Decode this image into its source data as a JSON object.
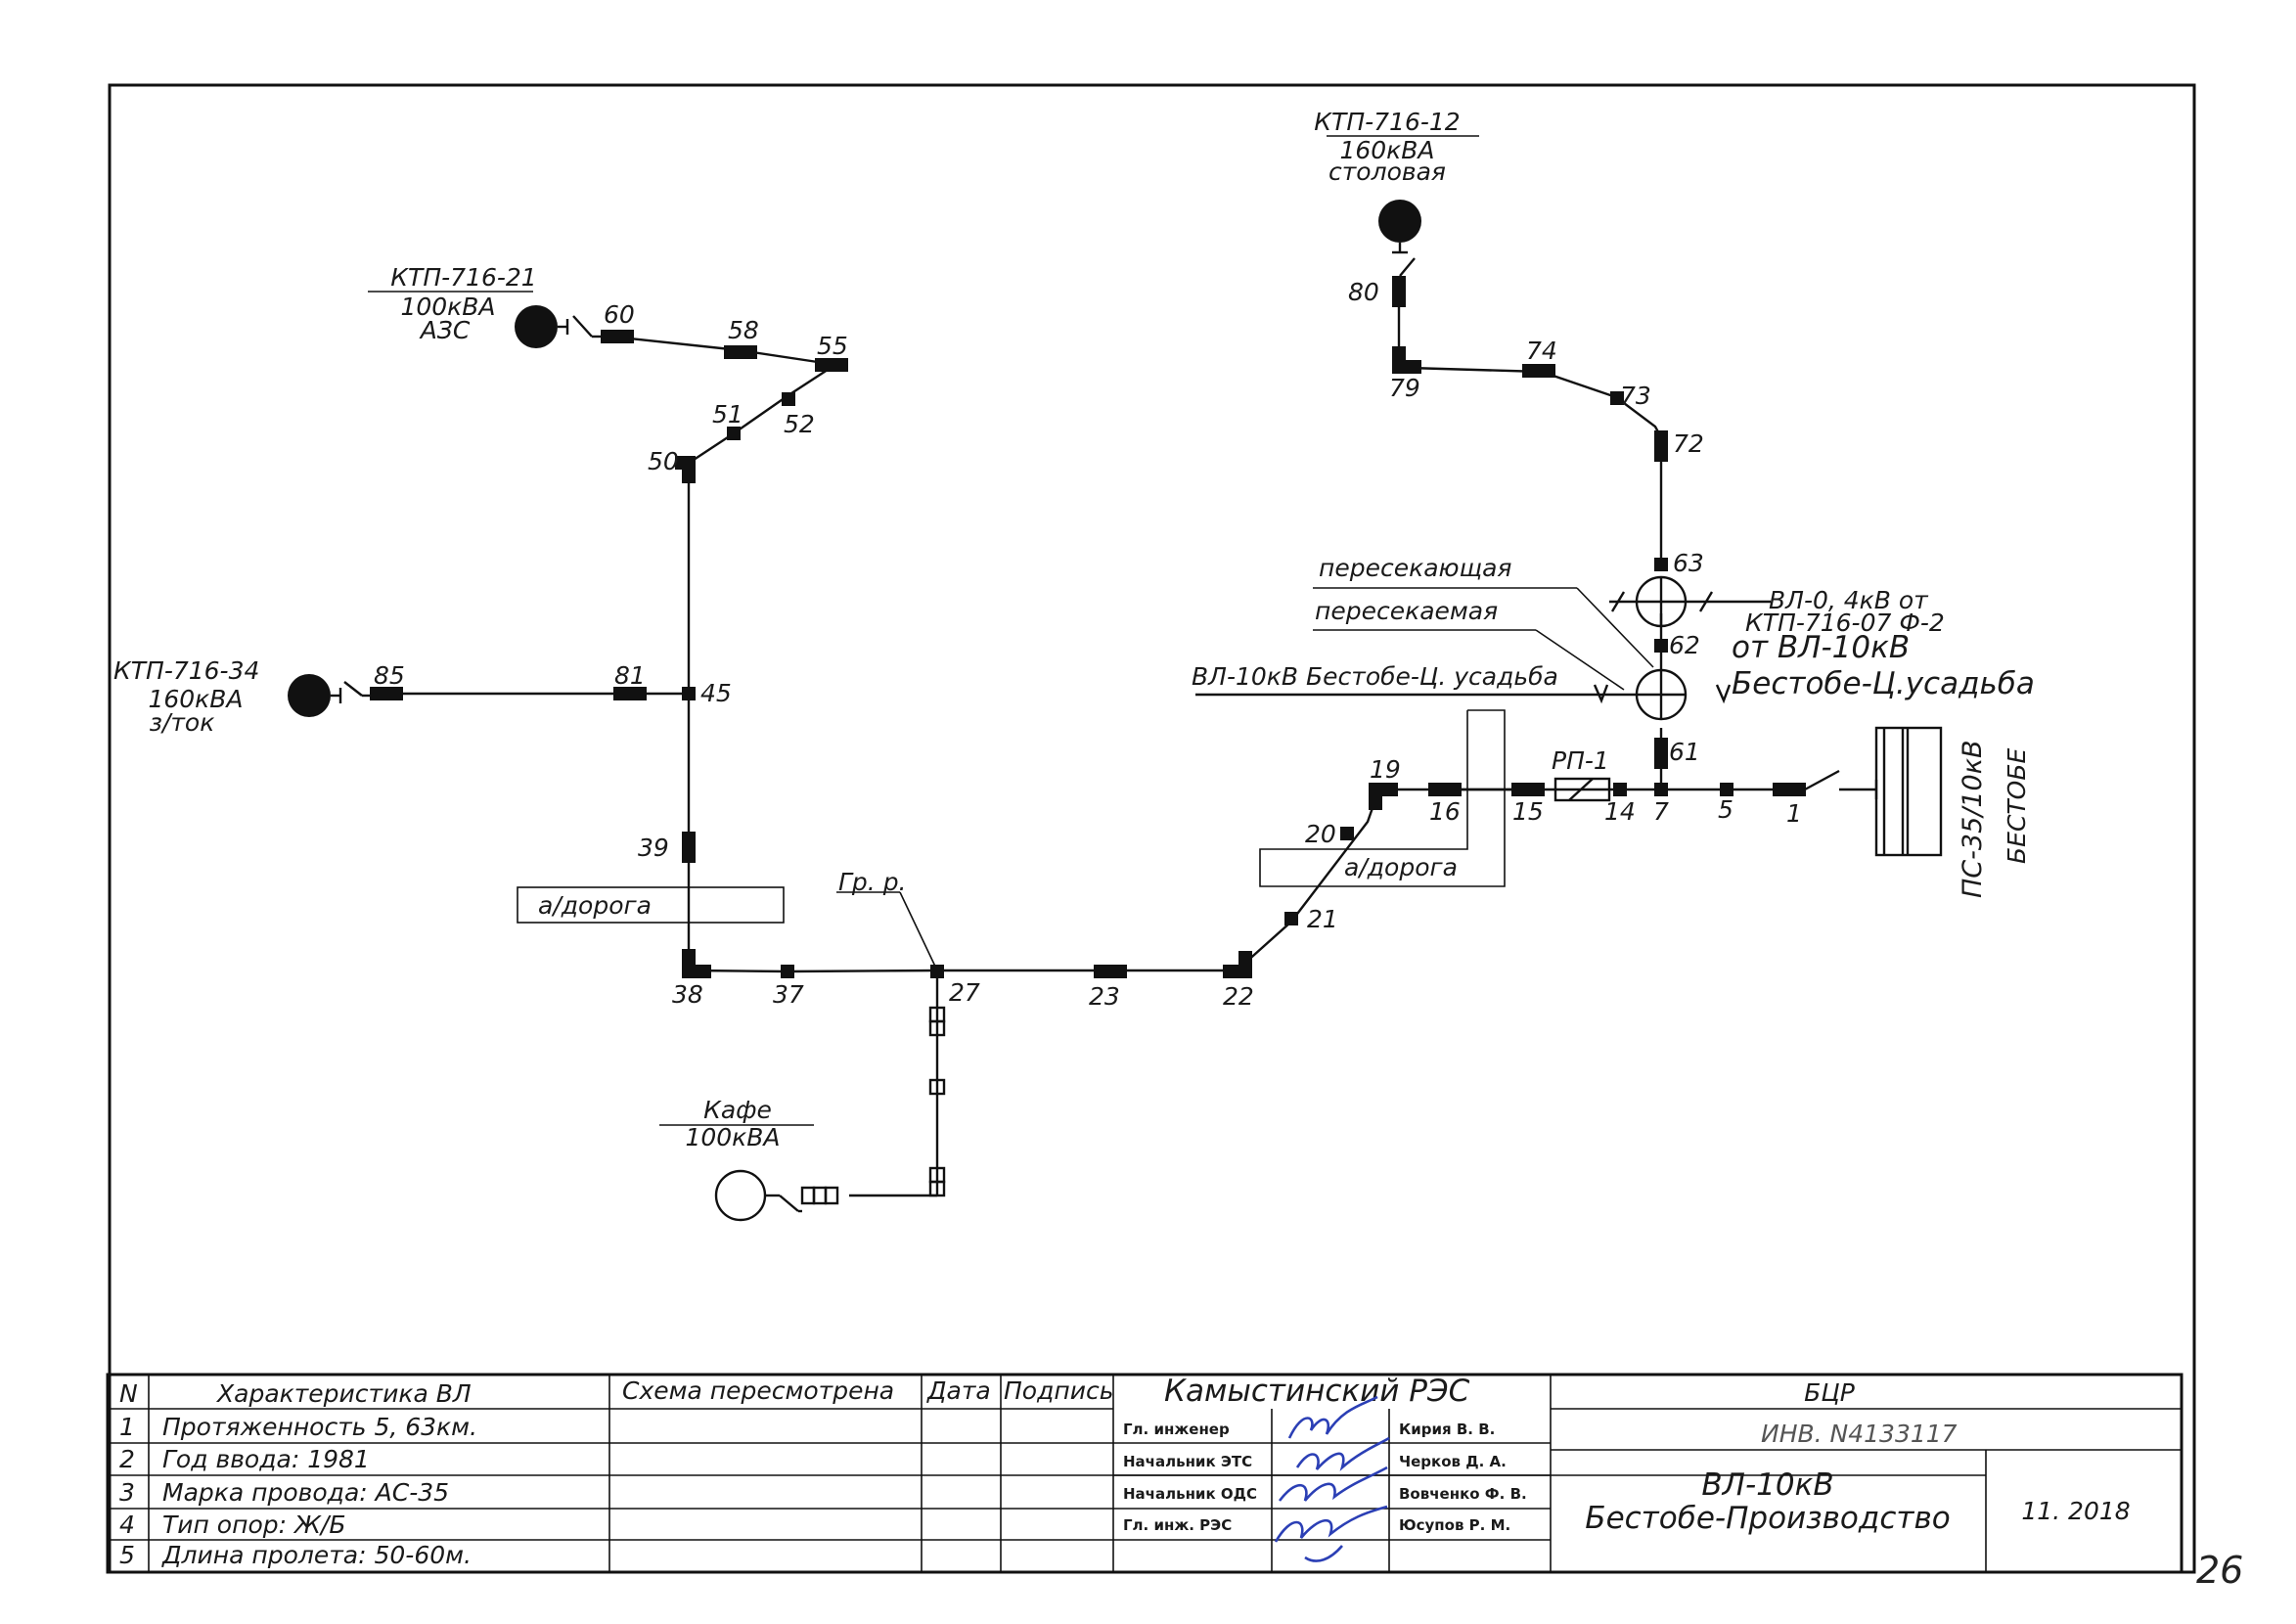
{
  "diagram": {
    "substations": {
      "ktp_12": {
        "name": "КТП-716-12",
        "power": "160кВА",
        "note": "столовая"
      },
      "ktp_21": {
        "name": "КТП-716-21",
        "power": "100кВА",
        "note": "АЗС"
      },
      "ktp_34": {
        "name": "КТП-716-34",
        "power": "160кВА",
        "note": "з/ток"
      },
      "cafe": {
        "name": "Кафе",
        "power": "100кВА"
      },
      "ps": {
        "name": "ПС-35/10кВ",
        "place": "БЕСТОБЕ"
      }
    },
    "poles": {
      "p80": "80",
      "p79": "79",
      "p74": "74",
      "p73": "73",
      "p72": "72",
      "p63": "63",
      "p62": "62",
      "p61": "61",
      "p60": "60",
      "p58": "58",
      "p55": "55",
      "p52": "52",
      "p51": "51",
      "p50": "50",
      "p85": "85",
      "p81": "81",
      "p45": "45",
      "p39": "39",
      "p38": "38",
      "p37": "37",
      "p27": "27",
      "p23": "23",
      "p22": "22",
      "p21": "21",
      "p20": "20",
      "p19": "19",
      "p16": "16",
      "p15": "15",
      "p14": "14",
      "p7": "7",
      "p5": "5",
      "p1": "1"
    },
    "labels": {
      "rp1": "РП-1",
      "gr_r": "Гр. р.",
      "road1": "а/дорога",
      "road2": "а/дорога",
      "crossing": "пересекающая",
      "crossed": "пересекаемая",
      "vl04_line1": "ВЛ-0, 4кВ от",
      "vl04_line2": "КТП-716-07 Ф-2",
      "vl10_from": "от ВЛ-10кВ",
      "vl10_branch": "Бестобе-Ц.усадьба",
      "vl10_left": "ВЛ-10кВ Бестобе-Ц. усадьба"
    }
  },
  "title_block": {
    "headers": {
      "n": "N",
      "char": "Характеристика ВЛ",
      "reviewed": "Схема пересмотрена",
      "date": "Дата",
      "signature": "Подпись"
    },
    "rows": [
      {
        "n": "1",
        "text": "Протяженность 5, 63км."
      },
      {
        "n": "2",
        "text": "Год ввода:  1981"
      },
      {
        "n": "3",
        "text": "Марка провода:  АС-35"
      },
      {
        "n": "4",
        "text": "Тип опор:  Ж/Б"
      },
      {
        "n": "5",
        "text": "Длина пролета: 50-60м."
      }
    ],
    "org": "Камыстинский  РЭС",
    "roles": [
      "Гл. инженер",
      "Начальник ЭТС",
      "Начальник ОДС",
      "Гл. инж. РЭС"
    ],
    "people": [
      "Кирия В. В.",
      "Черков Д. А.",
      "Вовченко Ф. В.",
      "Юсупов Р. М."
    ],
    "code": "БЦР",
    "inv": "ИНВ. N4133117",
    "line_name_1": "ВЛ-10кВ",
    "line_name_2": "Бестобе-Производство",
    "date": "11. 2018"
  },
  "page_number": "26"
}
